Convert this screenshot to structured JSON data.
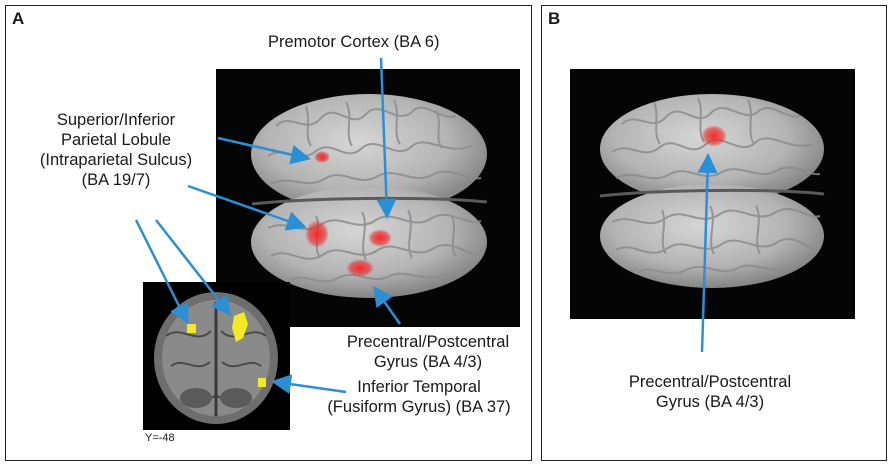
{
  "panels": {
    "a": {
      "letter": "A",
      "labels": {
        "premotor": "Premotor Cortex (BA 6)",
        "parietal": [
          "Superior/Inferior",
          "Parietal Lobule",
          "(Intraparietal Sulcus)",
          "(BA 19/7)"
        ],
        "precentral": [
          "Precentral/Postcentral",
          "Gyrus (BA 4/3)"
        ],
        "temporal": [
          "Inferior Temporal",
          "(Fusiform Gyrus) (BA 37)"
        ],
        "slice": "Y=-48"
      }
    },
    "b": {
      "letter": "B",
      "labels": {
        "precentral": [
          "Precentral/Postcentral",
          "Gyrus (BA 4/3)"
        ]
      }
    }
  },
  "colors": {
    "arrow": "#2b8fd6",
    "activation_red": "#e8282a",
    "activation_yellow": "#f2ea22",
    "background": "#050505",
    "brain": "#b9b9b9"
  }
}
